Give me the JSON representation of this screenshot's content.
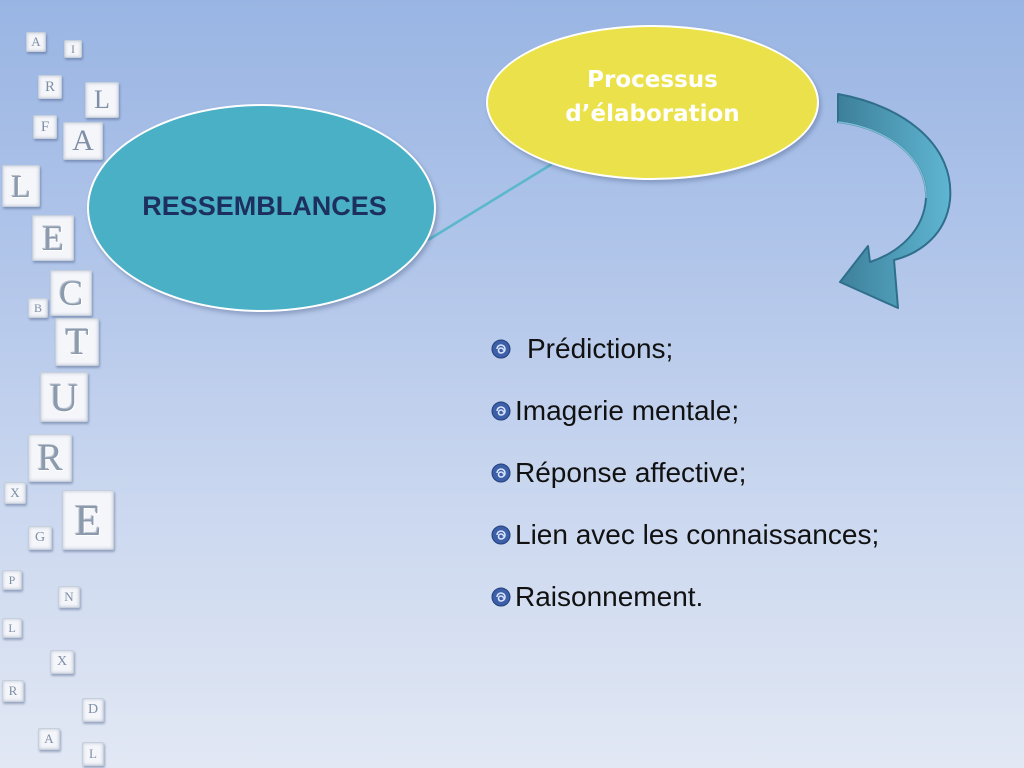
{
  "decor_letters": {
    "items": [
      "A",
      "I",
      "R",
      "L",
      "F",
      "A",
      "L",
      "E",
      "C",
      "B",
      "T",
      "U",
      "R",
      "X",
      "E",
      "G",
      "P",
      "N",
      "L",
      "X",
      "R",
      "D",
      "A",
      "L"
    ]
  },
  "mindmap": {
    "center_label": "RESSEMBLANCES",
    "process_label_line1": "Processus",
    "process_label_line2": "d’élaboration",
    "colors": {
      "center_fill": "#4ab0c6",
      "process_fill": "#ebe24b",
      "arrow_fill": "#5aaac8",
      "connector": "#5bb8cc"
    }
  },
  "bullets": {
    "icon": "spiral-bullet-icon",
    "items": [
      "Prédictions;",
      "Imagerie mentale;",
      "Réponse affective;",
      "Lien avec les connaissances;",
      "Raisonnement."
    ]
  }
}
